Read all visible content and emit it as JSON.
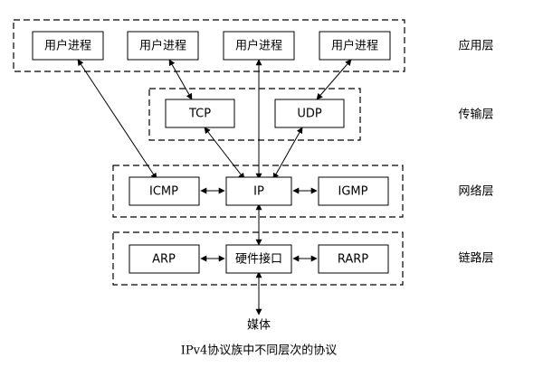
{
  "layers": {
    "application": "应用层",
    "transport": "传输层",
    "network": "网络层",
    "link": "链路层"
  },
  "nodes": {
    "user_process_1": "用户进程",
    "user_process_2": "用户进程",
    "user_process_3": "用户进程",
    "user_process_4": "用户进程",
    "tcp": "TCP",
    "udp": "UDP",
    "icmp": "ICMP",
    "ip": "IP",
    "igmp": "IGMP",
    "arp": "ARP",
    "hardware_interface": "硬件接口",
    "rarp": "RARP",
    "media": "媒体"
  },
  "caption": "IPv4协议族中不同层次的协议"
}
